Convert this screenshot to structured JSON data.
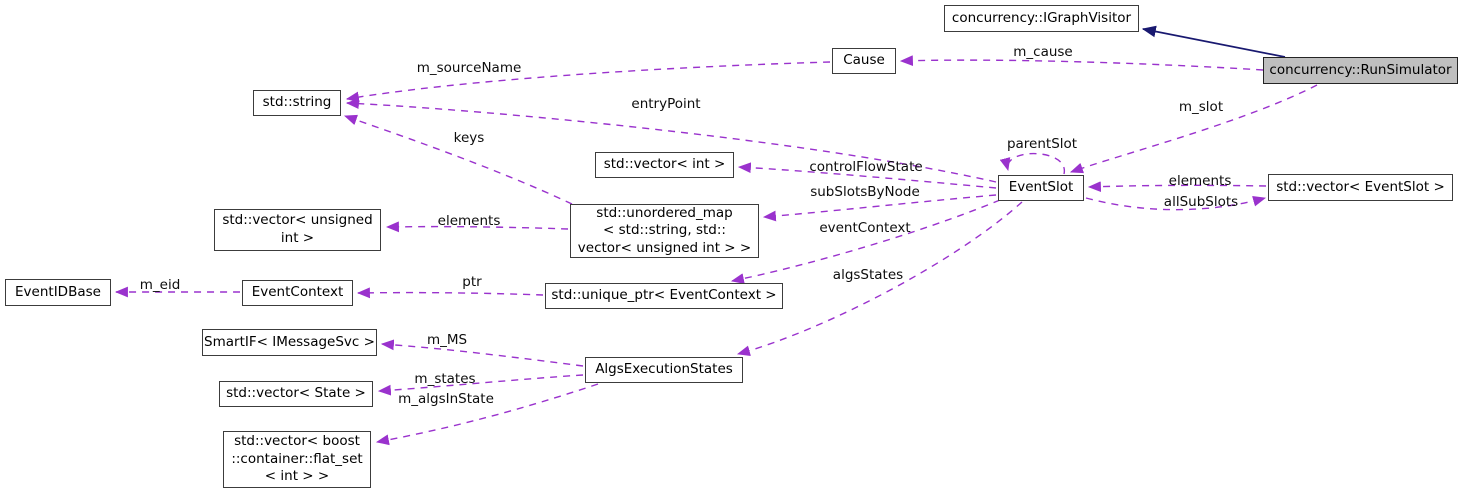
{
  "diagram": {
    "kind": "collaboration-graph",
    "focus_node": "concurrency::RunSimulator"
  },
  "colors": {
    "usage_edge": "#9a32cd",
    "inheritance_edge": "#191970",
    "node_border": "#3c3c3c",
    "node_fill": "#ffffff",
    "focus_node_fill": "#bfbfbf",
    "background": "#ffffff"
  },
  "nodes": [
    {
      "id": "igraphvisitor",
      "label": "concurrency::IGraphVisitor",
      "lines": [
        "concurrency::IGraphVisitor"
      ]
    },
    {
      "id": "runsimulator",
      "label": "concurrency::RunSimulator",
      "lines": [
        "concurrency::RunSimulator"
      ]
    },
    {
      "id": "cause",
      "label": "Cause",
      "lines": [
        "Cause"
      ]
    },
    {
      "id": "stdstring",
      "label": "std::string",
      "lines": [
        "std::string"
      ]
    },
    {
      "id": "vectorint",
      "label": "std::vector< int >",
      "lines": [
        "std::vector< int >"
      ]
    },
    {
      "id": "eventslot",
      "label": "EventSlot",
      "lines": [
        "EventSlot"
      ]
    },
    {
      "id": "vectoreventslot",
      "label": "std::vector< EventSlot >",
      "lines": [
        "std::vector< EventSlot >"
      ]
    },
    {
      "id": "vectorunsigned",
      "label": "std::vector< unsigned int >",
      "lines": [
        "std::vector< unsigned",
        "int >"
      ]
    },
    {
      "id": "unorderedmap",
      "label": "std::unordered_map< std::string, std::vector< unsigned int > >",
      "lines": [
        "std::unordered_map",
        "< std::string, std::",
        "vector< unsigned int > >"
      ]
    },
    {
      "id": "eventidbase",
      "label": "EventIDBase",
      "lines": [
        "EventIDBase"
      ]
    },
    {
      "id": "eventcontext",
      "label": "EventContext",
      "lines": [
        "EventContext"
      ]
    },
    {
      "id": "uniqueptr",
      "label": "std::unique_ptr< EventContext >",
      "lines": [
        "std::unique_ptr< EventContext >"
      ]
    },
    {
      "id": "smartif",
      "label": "SmartIF< IMessageSvc >",
      "lines": [
        "SmartIF< IMessageSvc >"
      ]
    },
    {
      "id": "algsexecstates",
      "label": "AlgsExecutionStates",
      "lines": [
        "AlgsExecutionStates"
      ]
    },
    {
      "id": "vectorstate",
      "label": "std::vector< State >",
      "lines": [
        "std::vector< State >"
      ]
    },
    {
      "id": "vectorboost",
      "label": "std::vector< boost::container::flat_set< int > >",
      "lines": [
        "std::vector< boost",
        "::container::flat_set",
        "< int > >"
      ]
    }
  ],
  "edges": [
    {
      "from": "concurrency::RunSimulator",
      "to": "concurrency::IGraphVisitor",
      "label": "",
      "type": "inheritance"
    },
    {
      "from": "concurrency::RunSimulator",
      "to": "Cause",
      "label": "m_cause",
      "type": "usage"
    },
    {
      "from": "Cause",
      "to": "std::string",
      "label": "m_sourceName",
      "type": "usage"
    },
    {
      "from": "concurrency::RunSimulator",
      "to": "EventSlot",
      "label": "m_slot",
      "type": "usage"
    },
    {
      "from": "EventSlot",
      "to": "std::string",
      "label": "entryPoint",
      "type": "usage"
    },
    {
      "from": "EventSlot",
      "to": "std::vector< int >",
      "label": "controlFlowState",
      "type": "usage"
    },
    {
      "from": "EventSlot",
      "to": "std::unordered_map< std::string, std::vector< unsigned int > >",
      "label": "subSlotsByNode",
      "type": "usage"
    },
    {
      "from": "std::unordered_map< std::string, std::vector< unsigned int > >",
      "to": "std::string",
      "label": "keys",
      "type": "usage"
    },
    {
      "from": "std::unordered_map< std::string, std::vector< unsigned int > >",
      "to": "std::vector< unsigned int >",
      "label": "elements",
      "type": "usage"
    },
    {
      "from": "EventSlot",
      "to": "EventSlot",
      "label": "parentSlot",
      "type": "usage"
    },
    {
      "from": "std::vector< EventSlot >",
      "to": "EventSlot",
      "label": "elements",
      "type": "usage"
    },
    {
      "from": "EventSlot",
      "to": "std::vector< EventSlot >",
      "label": "allSubSlots",
      "type": "usage"
    },
    {
      "from": "EventSlot",
      "to": "std::unique_ptr< EventContext >",
      "label": "eventContext",
      "type": "usage"
    },
    {
      "from": "EventSlot",
      "to": "AlgsExecutionStates",
      "label": "algsStates",
      "type": "usage"
    },
    {
      "from": "std::unique_ptr< EventContext >",
      "to": "EventContext",
      "label": "ptr",
      "type": "usage"
    },
    {
      "from": "EventContext",
      "to": "EventIDBase",
      "label": "m_eid",
      "type": "usage"
    },
    {
      "from": "AlgsExecutionStates",
      "to": "SmartIF< IMessageSvc >",
      "label": "m_MS",
      "type": "usage"
    },
    {
      "from": "AlgsExecutionStates",
      "to": "std::vector< State >",
      "label": "m_states",
      "type": "usage"
    },
    {
      "from": "AlgsExecutionStates",
      "to": "std::vector< boost::container::flat_set< int > >",
      "label": "m_algsInState",
      "type": "usage"
    }
  ]
}
